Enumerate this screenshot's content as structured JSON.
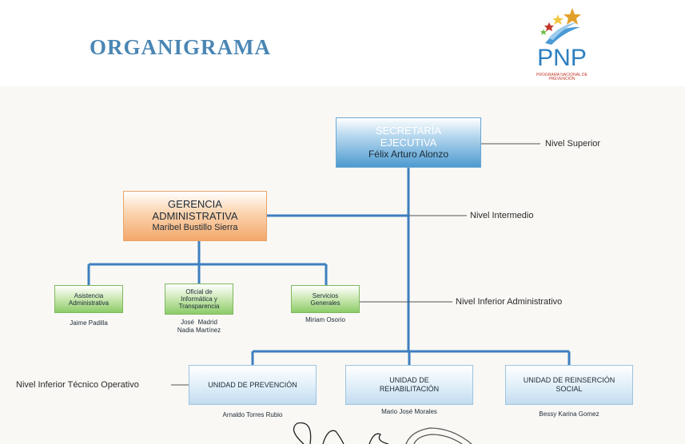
{
  "header": {
    "title": "ORGANIGRAMA",
    "logo": {
      "text": "PNP",
      "subtitle": "PROGRAMA NACIONAL DE PREVENCIÓN",
      "icon": "stars-logo-icon"
    }
  },
  "nodes": {
    "executive": {
      "lines": [
        "SECRETARÍA",
        "EJECUTIVA"
      ],
      "name": "Félix Arturo Alonzo"
    },
    "management": {
      "lines": [
        "GERENCIA",
        "ADMINISTRATIVA"
      ],
      "name": "Maribel Bustillo Sierra"
    },
    "admin_assistance": {
      "lines": [
        "Asistencia",
        "Administrativa"
      ],
      "people": [
        "Jaime Padilla"
      ]
    },
    "it_officer": {
      "lines": [
        "Oficial de",
        "Informática y",
        "Transparencia"
      ],
      "people": [
        "José  Madrid",
        "Nadia Martínez"
      ]
    },
    "general_services": {
      "lines": [
        "Servicios",
        "Generales"
      ],
      "people": [
        "Miriam Osorio"
      ]
    },
    "prevention_unit": {
      "lines": [
        "UNIDAD DE PREVENCIÓN"
      ],
      "people": [
        "Arnaldo Torres Rubio"
      ]
    },
    "rehab_unit": {
      "lines": [
        "UNIDAD DE",
        "REHABILITACIÓN"
      ],
      "people": [
        "Mario José Morales"
      ]
    },
    "reinsertion_unit": {
      "lines": [
        "UNIDAD DE REINSERCIÓN",
        "SOCIAL"
      ],
      "people": [
        "Bessy Karina Gomez"
      ]
    }
  },
  "levels": {
    "superior": "Nivel Superior",
    "intermediate": "Nivel Intermedio",
    "lower_admin": "Nivel Inferior Administrativo",
    "lower_technical": "Nivel Inferior Técnico Operativo"
  },
  "colors": {
    "title": "#4a86b4",
    "connector": "#3d7fc0",
    "executive_fill": "#4d9bd0",
    "management_fill": "#f3a76a",
    "admin_fill": "#8ccc69",
    "unit_fill": "#c3dcef"
  }
}
